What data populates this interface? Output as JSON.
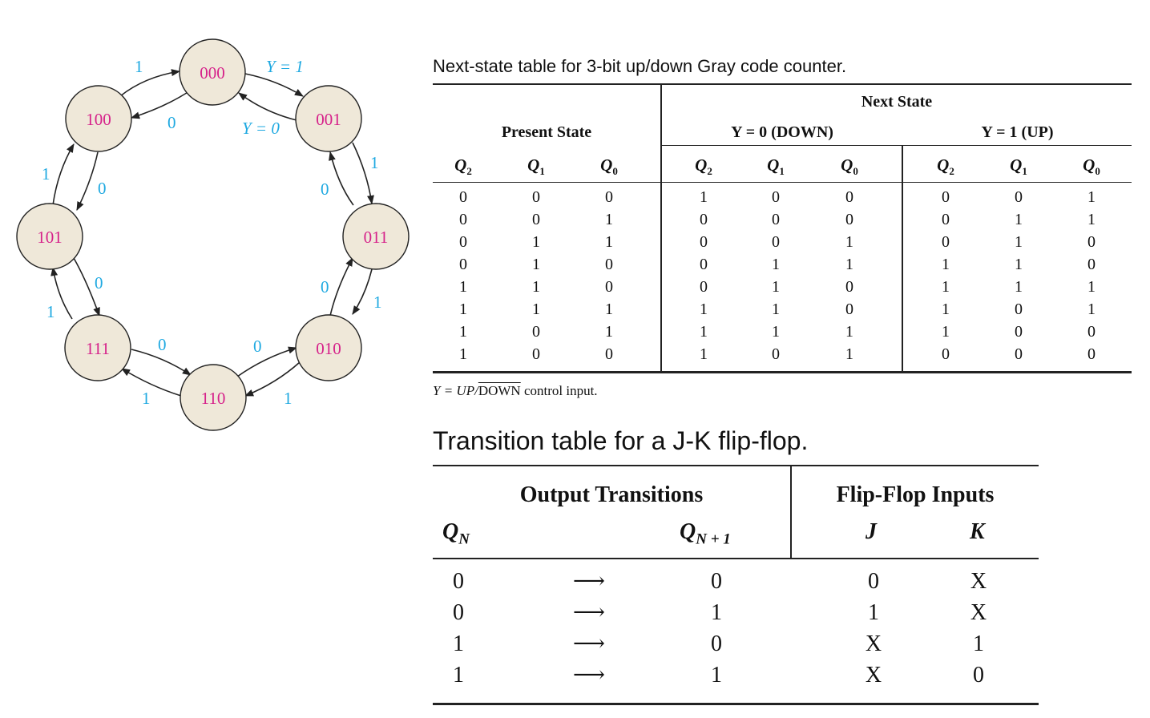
{
  "diagram": {
    "states": [
      "000",
      "001",
      "011",
      "010",
      "110",
      "111",
      "101",
      "100"
    ],
    "labels": {
      "y1_top": "Y = 1",
      "y0_top": "Y = 0",
      "top_left_up": "1",
      "top_left_down": "0",
      "right_up_1": "1",
      "right_down_1": "0",
      "right_up_2": "1",
      "right_down_2": "0",
      "bottom_right_up": "1",
      "bottom_right_down": "0",
      "bottom_left_up": "1",
      "bottom_left_down": "0",
      "left_up_2": "1",
      "left_down_2": "0",
      "left_up_1": "1",
      "left_down_1": "0"
    },
    "colors": {
      "state_fill": "#efe8d9",
      "state_text": "#d6218a",
      "edge_label": "#1fa9e1",
      "arrow": "#222222"
    }
  },
  "next_state_table": {
    "title": "Next-state table for 3-bit up/down Gray code counter.",
    "header_next": "Next State",
    "header_present": "Present State",
    "header_y0": "Y = 0 (DOWN)",
    "header_y1": "Y = 1 (UP)",
    "columns": [
      "Q2",
      "Q1",
      "Q0",
      "Q2",
      "Q1",
      "Q0",
      "Q2",
      "Q1",
      "Q0"
    ],
    "rows": [
      [
        "0",
        "0",
        "0",
        "1",
        "0",
        "0",
        "0",
        "0",
        "1"
      ],
      [
        "0",
        "0",
        "1",
        "0",
        "0",
        "0",
        "0",
        "1",
        "1"
      ],
      [
        "0",
        "1",
        "1",
        "0",
        "0",
        "1",
        "0",
        "1",
        "0"
      ],
      [
        "0",
        "1",
        "0",
        "0",
        "1",
        "1",
        "1",
        "1",
        "0"
      ],
      [
        "1",
        "1",
        "0",
        "0",
        "1",
        "0",
        "1",
        "1",
        "1"
      ],
      [
        "1",
        "1",
        "1",
        "1",
        "1",
        "0",
        "1",
        "0",
        "1"
      ],
      [
        "1",
        "0",
        "1",
        "1",
        "1",
        "1",
        "1",
        "0",
        "0"
      ],
      [
        "1",
        "0",
        "0",
        "1",
        "0",
        "1",
        "0",
        "0",
        "0"
      ]
    ],
    "note_prefix": "Y = UP/",
    "note_overline": "DOWN",
    "note_suffix": " control input."
  },
  "jk_table": {
    "title": "Transition table for a J-K flip-flop.",
    "header_output": "Output Transitions",
    "header_inputs": "Flip-Flop Inputs",
    "col_qn": "Q",
    "col_qn_sub": "N",
    "col_qn1": "Q",
    "col_qn1_sub": "N + 1",
    "col_j": "J",
    "col_k": "K",
    "arrow": "⟶",
    "rows": [
      [
        "0",
        "0",
        "0",
        "X"
      ],
      [
        "0",
        "1",
        "1",
        "X"
      ],
      [
        "1",
        "0",
        "X",
        "1"
      ],
      [
        "1",
        "1",
        "X",
        "0"
      ]
    ]
  }
}
